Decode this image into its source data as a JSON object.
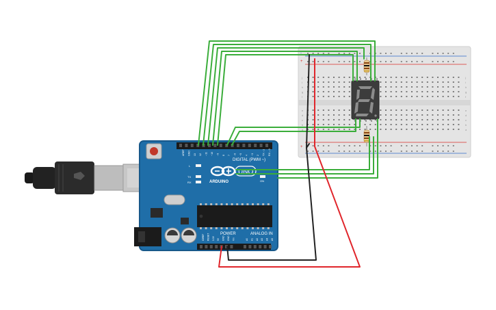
{
  "arduino": {
    "brand": "ARDUINO",
    "model": "UNO",
    "digital_header_label": "DIGITAL (PWM ~)",
    "power_label": "POWER",
    "analog_label": "ANALOG IN",
    "digital_pin_labels": [
      "AREF",
      "GND",
      "13",
      "12",
      "~11",
      "~10",
      "~9",
      "8",
      "7",
      "~6",
      "~5",
      "4",
      "~3",
      "2",
      "TX→1",
      "RX←0"
    ],
    "power_pin_labels": [
      "IOREF",
      "RESET",
      "3.3V",
      "5V",
      "GND",
      "GND",
      "Vin"
    ],
    "analog_pin_labels": [
      "A0",
      "A1",
      "A2",
      "A3",
      "A4",
      "A5"
    ],
    "led_labels": [
      "L",
      "TX",
      "RX"
    ],
    "on_label": "ON",
    "colors": {
      "board": "#1f6ea8",
      "board_edge": "#17588a"
    }
  },
  "breadboard": {
    "row_letters_top": [
      "j",
      "i",
      "h",
      "g",
      "f"
    ],
    "row_letters_bottom": [
      "e",
      "d",
      "c",
      "b",
      "a"
    ],
    "rail_plus": "+",
    "rail_minus": "-",
    "colors": {
      "body": "#e4e4e4",
      "rail_red": "#d9302a",
      "rail_blue": "#3068c8"
    }
  },
  "display": {
    "digit": "8",
    "type": "seven-segment"
  },
  "wires": {
    "colors": {
      "signal": "#3aad3a",
      "ground": "#222222",
      "power": "#e0252b"
    }
  }
}
